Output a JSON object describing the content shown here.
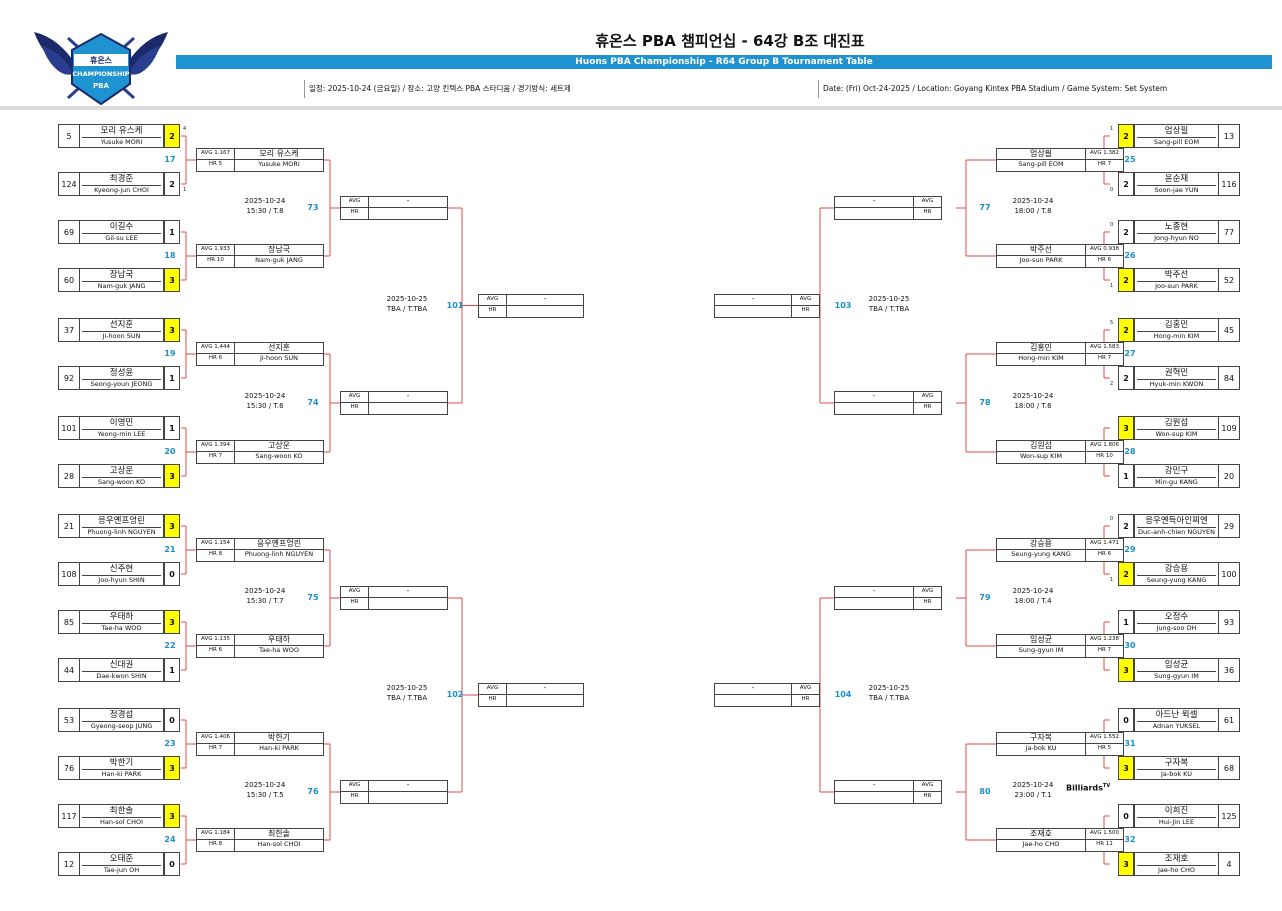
{
  "header": {
    "title": "휴온스 PBA 챔피언십 - 64강 B조 대진표",
    "subtitle": "Huons PBA Championship - R64 Group B Tournament Table",
    "info_kr": "일정: 2025-10-24 (금요일) / 장소: 고양 킨텍스 PBA 스타디움 / 경기방식: 세트제",
    "info_en": "Date: (Fri) Oct-24-2025 / Location: Goyang Kintex PBA Stadium / Game System: Set System",
    "logo_brand": "휴온스",
    "logo_line1": "CHAMPIONSHIP",
    "logo_line2": "PBA"
  },
  "labels": {
    "avg": "AVG",
    "hr": "HR",
    "dash": "-"
  },
  "brand": {
    "text": "Billiards",
    "sup": "TV"
  },
  "colors": {
    "accent": "#1f93d1",
    "win": "#ffff00",
    "line": "#e04848",
    "number": "#1a8ec9"
  },
  "left": {
    "r1": [
      {
        "num": "17",
        "top": {
          "seed": "5",
          "kr": "모리 유스케",
          "en": "Yusuke MORI",
          "score": "2",
          "hr": "4",
          "win": true
        },
        "bot": {
          "seed": "124",
          "kr": "최경준",
          "en": "Kyeong-jun CHOI",
          "score": "2",
          "hr": "1",
          "win": false
        }
      },
      {
        "num": "18",
        "top": {
          "seed": "69",
          "kr": "이길수",
          "en": "Gil-su LEE",
          "score": "1",
          "hr": "",
          "win": false
        },
        "bot": {
          "seed": "60",
          "kr": "장남국",
          "en": "Nam-guk JANG",
          "score": "3",
          "hr": "",
          "win": true
        }
      },
      {
        "num": "19",
        "top": {
          "seed": "37",
          "kr": "선지훈",
          "en": "Ji-hoon SUN",
          "score": "3",
          "hr": "",
          "win": true
        },
        "bot": {
          "seed": "92",
          "kr": "정성윤",
          "en": "Seong-youn JEONG",
          "score": "1",
          "hr": "",
          "win": false
        }
      },
      {
        "num": "20",
        "top": {
          "seed": "101",
          "kr": "이영민",
          "en": "Yeong-min LEE",
          "score": "1",
          "hr": "",
          "win": false
        },
        "bot": {
          "seed": "28",
          "kr": "고상운",
          "en": "Sang-woon KO",
          "score": "3",
          "hr": "",
          "win": true
        }
      },
      {
        "num": "21",
        "top": {
          "seed": "21",
          "kr": "응우옌프엉린",
          "en": "Phuong-linh NGUYEN",
          "score": "3",
          "hr": "",
          "win": true
        },
        "bot": {
          "seed": "108",
          "kr": "신주현",
          "en": "Joo-hyun SHIN",
          "score": "0",
          "hr": "",
          "win": false
        }
      },
      {
        "num": "22",
        "top": {
          "seed": "85",
          "kr": "우태하",
          "en": "Tae-ha WOO",
          "score": "3",
          "hr": "",
          "win": true
        },
        "bot": {
          "seed": "44",
          "kr": "신대권",
          "en": "Dae-kwon SHIN",
          "score": "1",
          "hr": "",
          "win": false
        }
      },
      {
        "num": "23",
        "top": {
          "seed": "53",
          "kr": "정경섭",
          "en": "Gyeong-seop JUNG",
          "score": "0",
          "hr": "",
          "win": false
        },
        "bot": {
          "seed": "76",
          "kr": "박한기",
          "en": "Han-ki PARK",
          "score": "3",
          "hr": "",
          "win": true
        }
      },
      {
        "num": "24",
        "top": {
          "seed": "117",
          "kr": "최한솔",
          "en": "Han-sol CHOI",
          "score": "3",
          "hr": "",
          "win": true
        },
        "bot": {
          "seed": "12",
          "kr": "오태준",
          "en": "Tae-jun OH",
          "score": "0",
          "hr": "",
          "win": false
        }
      }
    ],
    "r2": [
      {
        "num": "73",
        "date": "2025-10-24",
        "time": "15:30 / T.8",
        "top": {
          "avg": "AVG 1.167",
          "hr": "HR 5",
          "kr": "모리 유스케",
          "en": "Yusuke MORI"
        },
        "bot": {
          "avg": "AVG 1.933",
          "hr": "HR 10",
          "kr": "장남국",
          "en": "Nam-guk JANG"
        }
      },
      {
        "num": "74",
        "date": "2025-10-24",
        "time": "15:30 / T.6",
        "top": {
          "avg": "AVG 1.444",
          "hr": "HR 6",
          "kr": "선지훈",
          "en": "Ji-hoon SUN"
        },
        "bot": {
          "avg": "AVG 1.394",
          "hr": "HR 7",
          "kr": "고상운",
          "en": "Sang-woon KO"
        }
      },
      {
        "num": "75",
        "date": "2025-10-24",
        "time": "15:30 / T.7",
        "top": {
          "avg": "AVG 1.154",
          "hr": "HR 8",
          "kr": "응우옌프엉린",
          "en": "Phuong-linh NGUYEN"
        },
        "bot": {
          "avg": "AVG 1.135",
          "hr": "HR 6",
          "kr": "우태하",
          "en": "Tae-ha WOO"
        }
      },
      {
        "num": "76",
        "date": "2025-10-24",
        "time": "15:30 / T.5",
        "top": {
          "avg": "AVG 1.406",
          "hr": "HR 7",
          "kr": "박한기",
          "en": "Han-ki PARK"
        },
        "bot": {
          "avg": "AVG 1.184",
          "hr": "HR 8",
          "kr": "최한솔",
          "en": "Han-sol CHOI"
        }
      }
    ],
    "r3": [
      {
        "num": "101",
        "date": "2025-10-25",
        "time": "TBA / T.TBA"
      },
      {
        "num": "102",
        "date": "2025-10-25",
        "time": "TBA / T.TBA"
      }
    ]
  },
  "right": {
    "r1": [
      {
        "num": "25",
        "top": {
          "seed": "13",
          "kr": "엄상필",
          "en": "Sang-pill EOM",
          "score": "2",
          "hr": "1",
          "win": true
        },
        "bot": {
          "seed": "116",
          "kr": "윤순재",
          "en": "Soon-jae YUN",
          "score": "2",
          "hr": "0",
          "win": false
        }
      },
      {
        "num": "26",
        "top": {
          "seed": "77",
          "kr": "노종현",
          "en": "Jong-hyun NO",
          "score": "2",
          "hr": "0",
          "win": false
        },
        "bot": {
          "seed": "52",
          "kr": "박주선",
          "en": "Joo-sun PARK",
          "score": "2",
          "hr": "1",
          "win": true
        }
      },
      {
        "num": "27",
        "top": {
          "seed": "45",
          "kr": "김홍민",
          "en": "Hong-min KIM",
          "score": "2",
          "hr": "5",
          "win": true
        },
        "bot": {
          "seed": "84",
          "kr": "권혁민",
          "en": "Hyuk-min KWON",
          "score": "2",
          "hr": "2",
          "win": false
        }
      },
      {
        "num": "28",
        "top": {
          "seed": "109",
          "kr": "김원섭",
          "en": "Won-sup KIM",
          "score": "3",
          "hr": "",
          "win": true
        },
        "bot": {
          "seed": "20",
          "kr": "강민구",
          "en": "Min-gu KANG",
          "score": "1",
          "hr": "",
          "win": false
        }
      },
      {
        "num": "29",
        "top": {
          "seed": "29",
          "kr": "응우옌득아인찌엔",
          "en": "Duc-anh-chien NGUYEN",
          "score": "2",
          "hr": "0",
          "win": false
        },
        "bot": {
          "seed": "100",
          "kr": "강승용",
          "en": "Seung-yung KANG",
          "score": "2",
          "hr": "1",
          "win": true
        }
      },
      {
        "num": "30",
        "top": {
          "seed": "93",
          "kr": "오정수",
          "en": "Jung-soo OH",
          "score": "1",
          "hr": "",
          "win": false
        },
        "bot": {
          "seed": "36",
          "kr": "임성균",
          "en": "Sung-gyun IM",
          "score": "3",
          "hr": "",
          "win": true
        }
      },
      {
        "num": "31",
        "top": {
          "seed": "61",
          "kr": "아드난 윅셀",
          "en": "Adnan YUKSEL",
          "score": "0",
          "hr": "",
          "win": false
        },
        "bot": {
          "seed": "68",
          "kr": "구자복",
          "en": "Ja-bok KU",
          "score": "3",
          "hr": "",
          "win": true
        }
      },
      {
        "num": "32",
        "top": {
          "seed": "125",
          "kr": "이희진",
          "en": "Hui-Jin LEE",
          "score": "0",
          "hr": "",
          "win": false
        },
        "bot": {
          "seed": "4",
          "kr": "조재호",
          "en": "Jae-ho CHO",
          "score": "3",
          "hr": "",
          "win": true
        }
      }
    ],
    "r2": [
      {
        "num": "77",
        "date": "2025-10-24",
        "time": "18:00 / T.8",
        "top": {
          "avg": "AVG 1.382",
          "hr": "HR 7",
          "kr": "엄상필",
          "en": "Sang-pill EOM"
        },
        "bot": {
          "avg": "AVG 0.938",
          "hr": "HR 6",
          "kr": "박주선",
          "en": "Joo-sun PARK"
        }
      },
      {
        "num": "78",
        "date": "2025-10-24",
        "time": "18:00 / T.6",
        "top": {
          "avg": "AVG 1.583",
          "hr": "HR 7",
          "kr": "김홍민",
          "en": "Hong-min KIM"
        },
        "bot": {
          "avg": "AVG 1.806",
          "hr": "HR 10",
          "kr": "김원섭",
          "en": "Won-sup KIM"
        }
      },
      {
        "num": "79",
        "date": "2025-10-24",
        "time": "18:00 / T.4",
        "top": {
          "avg": "AVG 1.471",
          "hr": "HR 6",
          "kr": "강승용",
          "en": "Seung-yung KANG"
        },
        "bot": {
          "avg": "AVG 1.238",
          "hr": "HR 7",
          "kr": "임성균",
          "en": "Sung-gyun IM"
        }
      },
      {
        "num": "80",
        "date": "2025-10-24",
        "time": "23:00 / T.1",
        "top": {
          "avg": "AVG 1.552",
          "hr": "HR 5",
          "kr": "구자복",
          "en": "Ja-bok KU"
        },
        "bot": {
          "avg": "AVG 1.500",
          "hr": "HR 11",
          "kr": "조재호",
          "en": "Jae-ho CHO"
        }
      }
    ],
    "r3": [
      {
        "num": "103",
        "date": "2025-10-25",
        "time": "TBA / T.TBA"
      },
      {
        "num": "104",
        "date": "2025-10-25",
        "time": "TBA / T.TBA"
      }
    ]
  }
}
